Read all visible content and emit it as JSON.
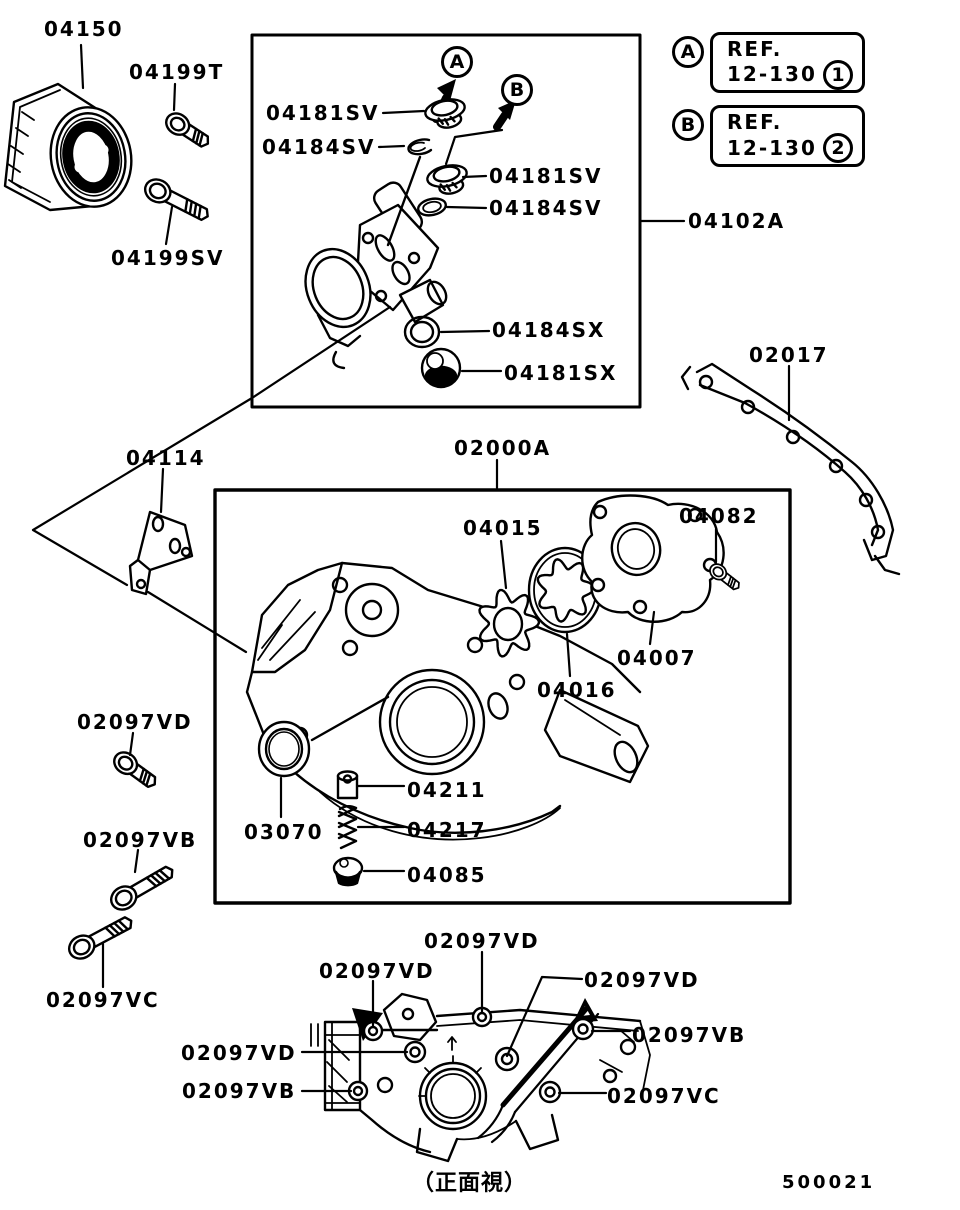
{
  "callouts": {
    "a": "A",
    "b": "B"
  },
  "ref_notes": {
    "a": {
      "marker": "A",
      "line1": "REF.",
      "line2": "12-130",
      "num": "1"
    },
    "b": {
      "marker": "B",
      "line1": "REF.",
      "line2": "12-130",
      "num": "2"
    }
  },
  "labels": {
    "p04150": "04150",
    "p04199T": "04199T",
    "p04199SV": "04199SV",
    "p04181SV_1": "04181SV",
    "p04184SV_1": "04184SV",
    "p04181SV_2": "04181SV",
    "p04184SV_2": "04184SV",
    "p04184SX": "04184SX",
    "p04181SX": "04181SX",
    "p04102A": "04102A",
    "p02017": "02017",
    "p04114": "04114",
    "p02000A": "02000A",
    "p04015": "04015",
    "p04082": "04082",
    "p04007": "04007",
    "p04016": "04016",
    "p02097VD_a": "02097VD",
    "p02097VB_a": "02097VB",
    "p02097VC_a": "02097VC",
    "p03070": "03070",
    "p04211": "04211",
    "p04217": "04217",
    "p04085": "04085",
    "p02097VD_b": "02097VD",
    "p02097VD_c": "02097VD",
    "p02097VD_d": "02097VD",
    "p02097VD_e": "02097VD",
    "p02097VB_b": "02097VB",
    "p02097VB_c": "02097VB",
    "p02097VC_b": "02097VC"
  },
  "footer": {
    "view_caption": "（正面視）",
    "sheet_code": "500021"
  }
}
